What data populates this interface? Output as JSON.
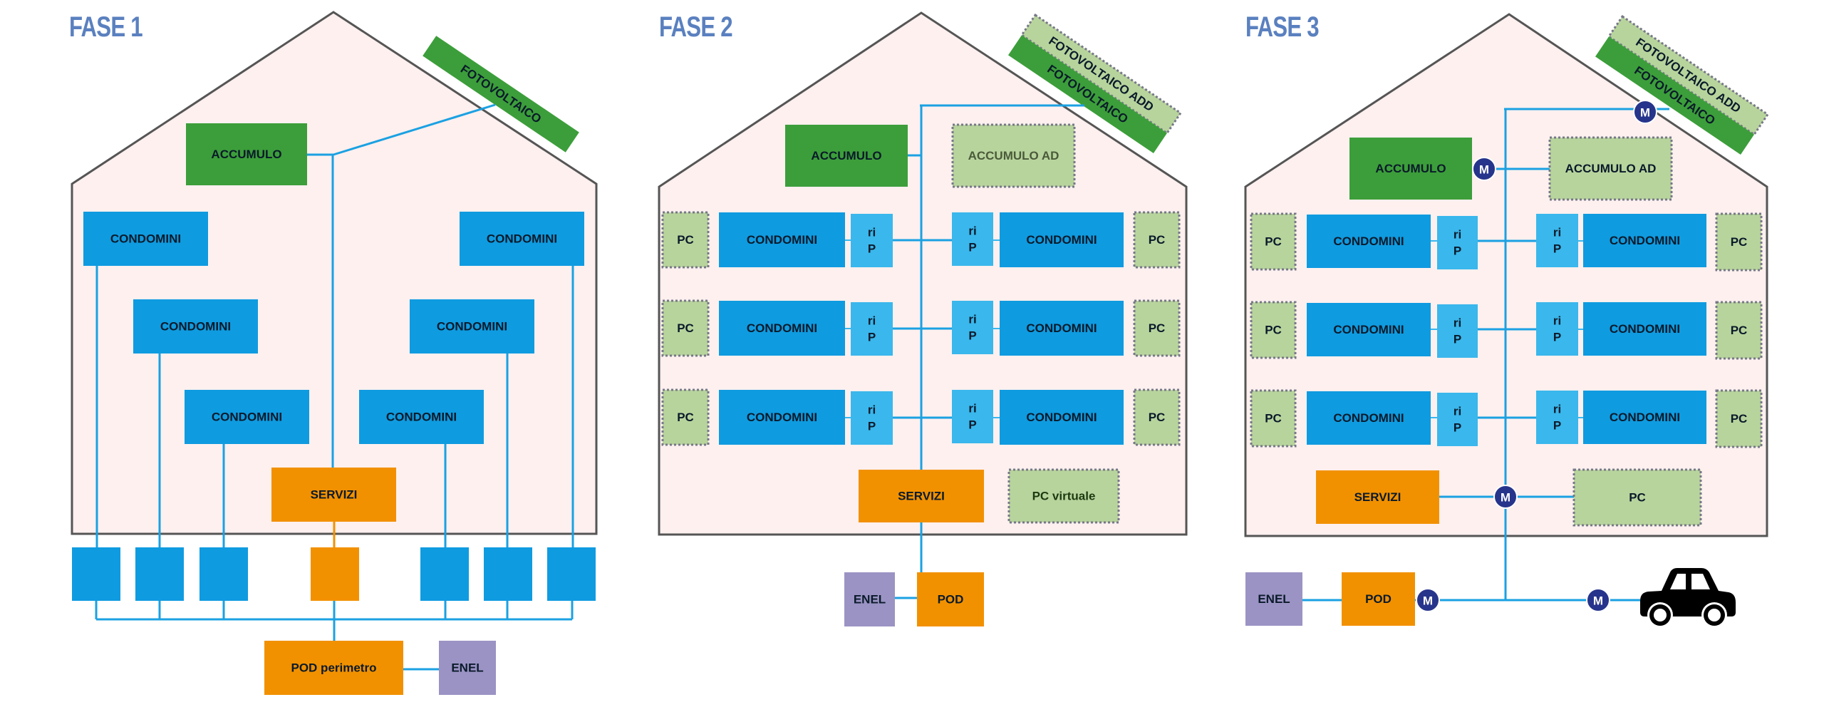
{
  "colors": {
    "house_fill": "#fdf0ef",
    "house_stroke": "#555555",
    "wire": "#1ba1e2",
    "condomini": "#0f9be0",
    "rip": "#3ab7ec",
    "accumulo": "#3c9e3a",
    "additional_fill": "#b8d49d",
    "additional_border": "#777788",
    "servizi": "#f29100",
    "enel": "#9b93c4",
    "meter": "#27348b",
    "title": "#5a80bf",
    "label_dark": "#0a1a2a",
    "car": "#000000"
  },
  "phases": [
    {
      "title": "FASE 1",
      "fotovoltaico": "FOTOVOLTAICO",
      "accumulo": "ACCUMULO",
      "condomini": [
        "CONDOMINI",
        "CONDOMINI",
        "CONDOMINI",
        "CONDOMINI",
        "CONDOMINI",
        "CONDOMINI"
      ],
      "servizi": "SERVIZI",
      "meter_boxes": 7,
      "pod": "POD perimetro",
      "enel": "ENEL"
    },
    {
      "title": "FASE 2",
      "fotovoltaico": "FOTOVOLTAICO",
      "fotovoltaico_add": "FOTOVOLTAICO ADD",
      "accumulo": "ACCUMULO",
      "accumulo_ad": "ACCUMULO AD",
      "rows": [
        {
          "left_pc": "PC",
          "left_condomini": "CONDOMINI",
          "left_rip": "ri\nP",
          "right_rip": "ri\nP",
          "right_condomini": "CONDOMINI",
          "right_pc": "PC"
        },
        {
          "left_pc": "PC",
          "left_condomini": "CONDOMINI",
          "left_rip": "ri\nP",
          "right_rip": "ri\nP",
          "right_condomini": "CONDOMINI",
          "right_pc": "PC"
        },
        {
          "left_pc": "PC",
          "left_condomini": "CONDOMINI",
          "left_rip": "ri\nP",
          "right_rip": "ri\nP",
          "right_condomini": "CONDOMINI",
          "right_pc": "PC"
        }
      ],
      "servizi": "SERVIZI",
      "pc_extra": "PC virtuale",
      "pod": "POD",
      "enel": "ENEL"
    },
    {
      "title": "FASE 3",
      "fotovoltaico": "FOTOVOLTAICO",
      "fotovoltaico_add": "FOTOVOLTAICO ADD",
      "accumulo": "ACCUMULO",
      "accumulo_ad": "ACCUMULO AD",
      "rows": [
        {
          "left_pc": "PC",
          "left_condomini": "CONDOMINI",
          "left_rip": "ri\nP",
          "right_rip": "ri\nP",
          "right_condomini": "CONDOMINI",
          "right_pc": "PC"
        },
        {
          "left_pc": "PC",
          "left_condomini": "CONDOMINI",
          "left_rip": "ri\nP",
          "right_rip": "ri\nP",
          "right_condomini": "CONDOMINI",
          "right_pc": "PC"
        },
        {
          "left_pc": "PC",
          "left_condomini": "CONDOMINI",
          "left_rip": "ri\nP",
          "right_rip": "ri\nP",
          "right_condomini": "CONDOMINI",
          "right_pc": "PC"
        }
      ],
      "servizi": "SERVIZI",
      "pc_extra": "PC",
      "pod": "POD",
      "enel": "ENEL",
      "meter_label": "M",
      "vehicle_icon": "car-icon"
    }
  ]
}
